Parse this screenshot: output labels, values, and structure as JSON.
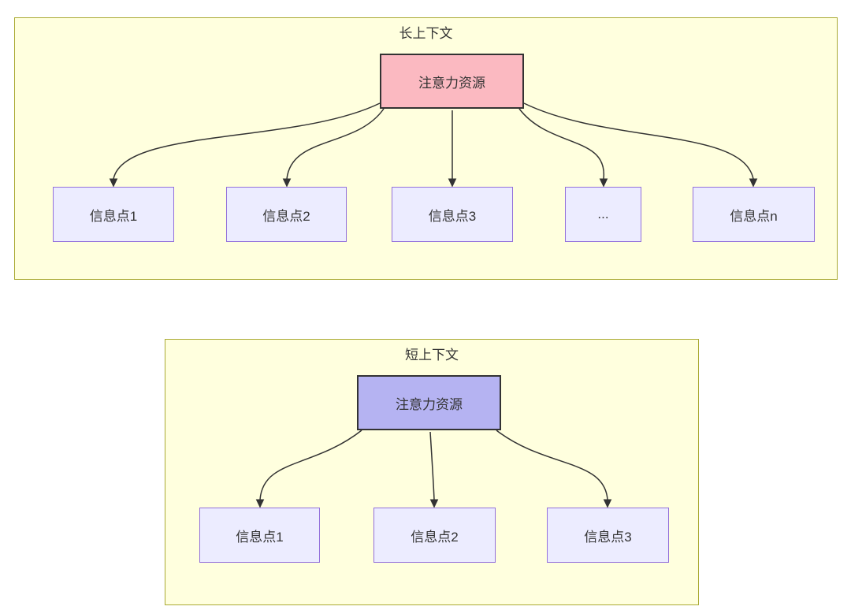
{
  "diagram": {
    "clusters": [
      {
        "title": "长上下文",
        "attention_node": {
          "label": "注意力资源"
        },
        "info_nodes": [
          {
            "label": "信息点1"
          },
          {
            "label": "信息点2"
          },
          {
            "label": "信息点3"
          },
          {
            "label": "..."
          },
          {
            "label": "信息点n"
          }
        ]
      },
      {
        "title": "短上下文",
        "attention_node": {
          "label": "注意力资源"
        },
        "info_nodes": [
          {
            "label": "信息点1"
          },
          {
            "label": "信息点2"
          },
          {
            "label": "信息点3"
          }
        ]
      }
    ],
    "colors": {
      "cluster_fill": "#ffffde",
      "cluster_border": "#aaaa33",
      "info_node_fill": "#ececff",
      "info_node_border": "#9370db",
      "attention_long_fill": "#fbb9c1",
      "attention_short_fill": "#b5b3f2",
      "attention_border": "#333333",
      "edge_color": "#333333",
      "text_color": "#333333"
    }
  }
}
